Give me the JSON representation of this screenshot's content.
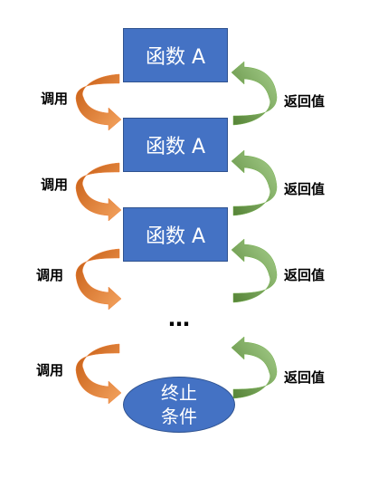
{
  "nodes": {
    "function_label": "函数 A",
    "ellipsis": "…",
    "end_line1": "终止",
    "end_line2": "条件"
  },
  "labels": {
    "call": "调用",
    "return": "返回值"
  },
  "colors": {
    "box": "#4472c4",
    "call_arrow": "#ed7d31",
    "return_arrow": "#70ad47"
  }
}
